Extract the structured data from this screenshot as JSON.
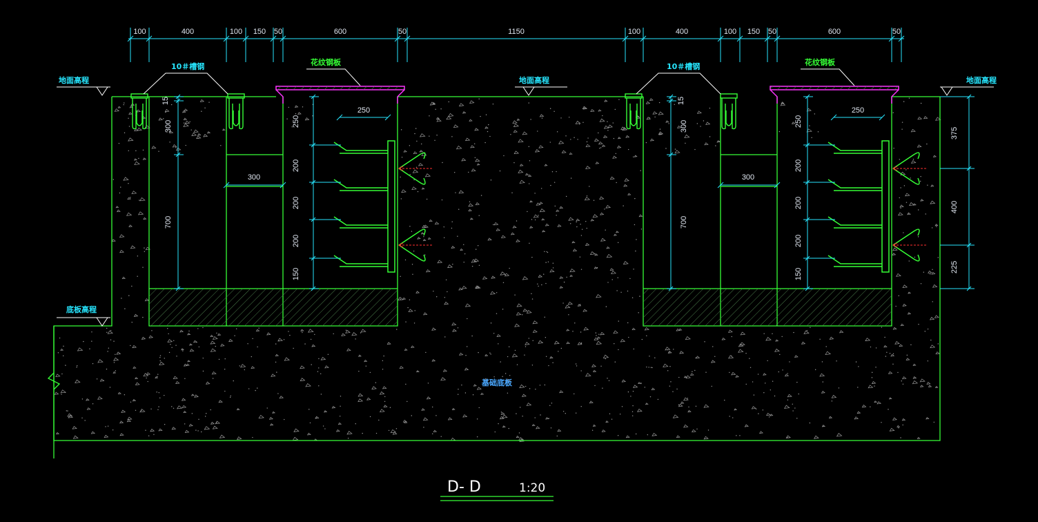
{
  "drawing": {
    "title": "D- D",
    "scale": "1:20"
  },
  "labels": {
    "ground_level": "地面高程",
    "bottom_level": "底板高程",
    "channel_steel": "10＃槽钢",
    "checker_plate": "花纹钢板",
    "foundation_slab": "基础底板"
  },
  "top_dims_left": [
    "100",
    "400",
    "100",
    "150",
    "50",
    "600",
    "50"
  ],
  "middle_dim": "1150",
  "top_dims_right": [
    "100",
    "400",
    "100",
    "150",
    "50",
    "600",
    "50"
  ],
  "vertical_dims": {
    "left_small": "15",
    "left_300": "300",
    "left_700": "700",
    "width_300": "300",
    "bracket_250_top": "250",
    "bracket_200_a": "200",
    "bracket_200_b": "200",
    "bracket_200_c": "200",
    "bracket_150": "150",
    "bracket_width": "250",
    "right_375": "375",
    "right_400": "400",
    "right_225": "225"
  },
  "colors": {
    "background": "#000000",
    "structure_line": "#36ff36",
    "dimension_line": "#27e6ff",
    "dimension_text": "#dfe6f0",
    "label_cyan": "#27e6ff",
    "label_green": "#36ff36",
    "magenta": "#ff33ff",
    "anchor_red": "#ff3030",
    "hatch": "#4a7a4a"
  }
}
